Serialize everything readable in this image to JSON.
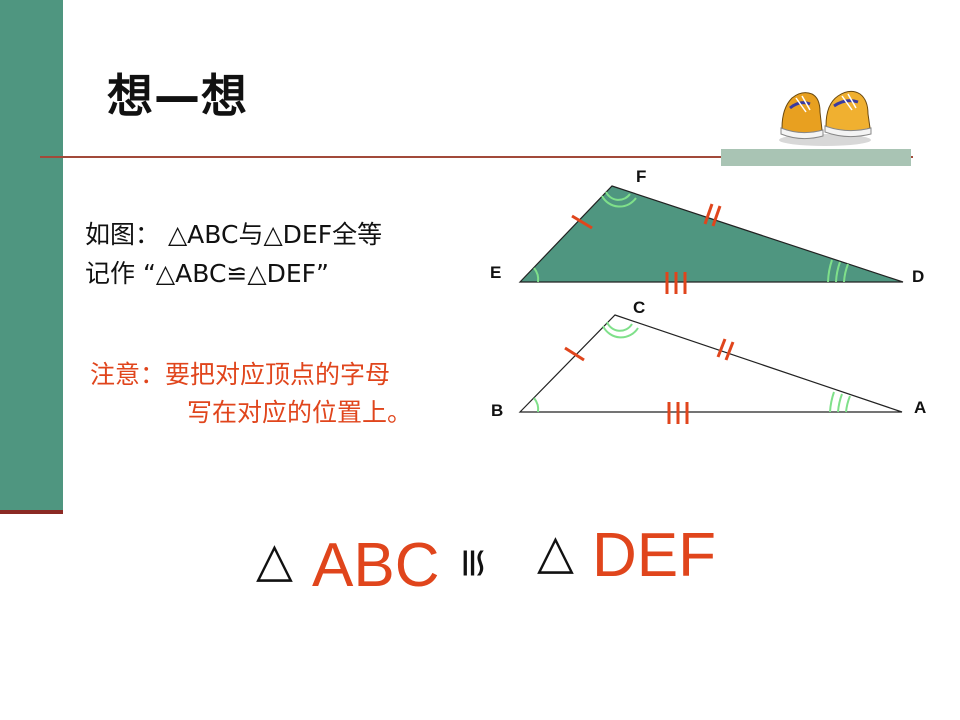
{
  "slide": {
    "title": "想—想",
    "colors": {
      "sidebar": "#4f9680",
      "accent": "#e0451c",
      "triangle_fill": "#4f9680"
    }
  },
  "definition": {
    "line1": "如图：  △ABC与△DEF全等",
    "line2": "记作 “△ABC≌△DEF”"
  },
  "note": {
    "line1": "注意：要把对应顶点的字母",
    "line2": "写在对应的位置上。"
  },
  "triangle_def": {
    "labels": {
      "F": "F",
      "E": "E",
      "D": "D"
    }
  },
  "triangle_abc": {
    "labels": {
      "C": "C",
      "B": "B",
      "A": "A"
    }
  },
  "congruence": {
    "tri1_symbol": "△",
    "tri1_name": "ABC",
    "symbol": "≌",
    "tri2_symbol": "△",
    "tri2_name": "DEF"
  },
  "decoration": {
    "icon": "sneakers-icon"
  }
}
